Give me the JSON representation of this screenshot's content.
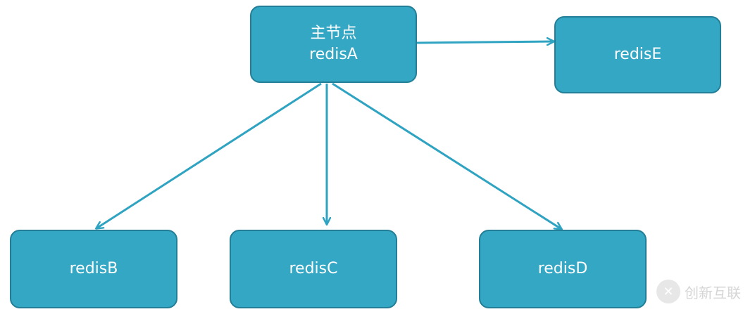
{
  "nodes": {
    "a": {
      "lines": [
        "主节点",
        "redisA"
      ]
    },
    "b": {
      "label": "redisB"
    },
    "c": {
      "label": "redisC"
    },
    "d": {
      "label": "redisD"
    },
    "e": {
      "label": "redisE"
    }
  },
  "edges": [
    {
      "from": "a",
      "to": "e"
    },
    {
      "from": "a",
      "to": "b"
    },
    {
      "from": "a",
      "to": "c"
    },
    {
      "from": "a",
      "to": "d"
    }
  ],
  "colors": {
    "node_fill": "#33a7c4",
    "node_border": "#237f97",
    "edge": "#2fa3c2",
    "text": "#ffffff"
  },
  "watermark": {
    "text": "创新互联"
  }
}
